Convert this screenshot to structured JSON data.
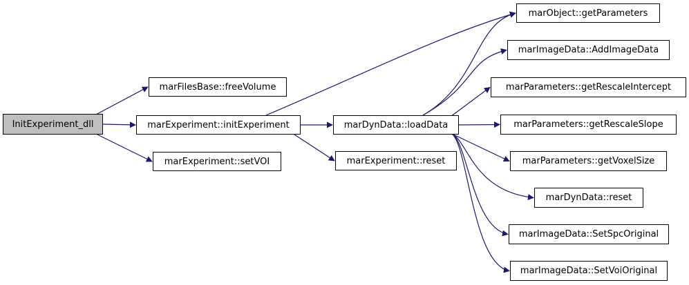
{
  "colors": {
    "edge": "#191970",
    "root_fill": "#bfbfbf",
    "node_border": "#000000"
  },
  "nodes": {
    "root": "InitExperiment_dll",
    "free_volume": "marFilesBase::freeVolume",
    "init_experiment": "marExperiment::initExperiment",
    "set_voi": "marExperiment::setVOI",
    "load_data": "marDynData::loadData",
    "exp_reset": "marExperiment::reset",
    "get_parameters": "marObject::getParameters",
    "add_image_data": "marImageData::AddImageData",
    "get_rescale_intercept": "marParameters::getRescaleIntercept",
    "get_rescale_slope": "marParameters::getRescaleSlope",
    "get_voxel_size": "marParameters::getVoxelSize",
    "dyn_reset": "marDynData::reset",
    "set_spc_original": "marImageData::SetSpcOriginal",
    "set_voi_original": "marImageData::SetVoiOriginal"
  },
  "edges": [
    [
      "root",
      "free_volume"
    ],
    [
      "root",
      "init_experiment"
    ],
    [
      "root",
      "set_voi"
    ],
    [
      "init_experiment",
      "get_parameters"
    ],
    [
      "init_experiment",
      "load_data"
    ],
    [
      "init_experiment",
      "exp_reset"
    ],
    [
      "load_data",
      "get_parameters"
    ],
    [
      "load_data",
      "add_image_data"
    ],
    [
      "load_data",
      "get_rescale_intercept"
    ],
    [
      "load_data",
      "get_rescale_slope"
    ],
    [
      "load_data",
      "get_voxel_size"
    ],
    [
      "load_data",
      "dyn_reset"
    ],
    [
      "load_data",
      "set_spc_original"
    ],
    [
      "load_data",
      "set_voi_original"
    ]
  ]
}
